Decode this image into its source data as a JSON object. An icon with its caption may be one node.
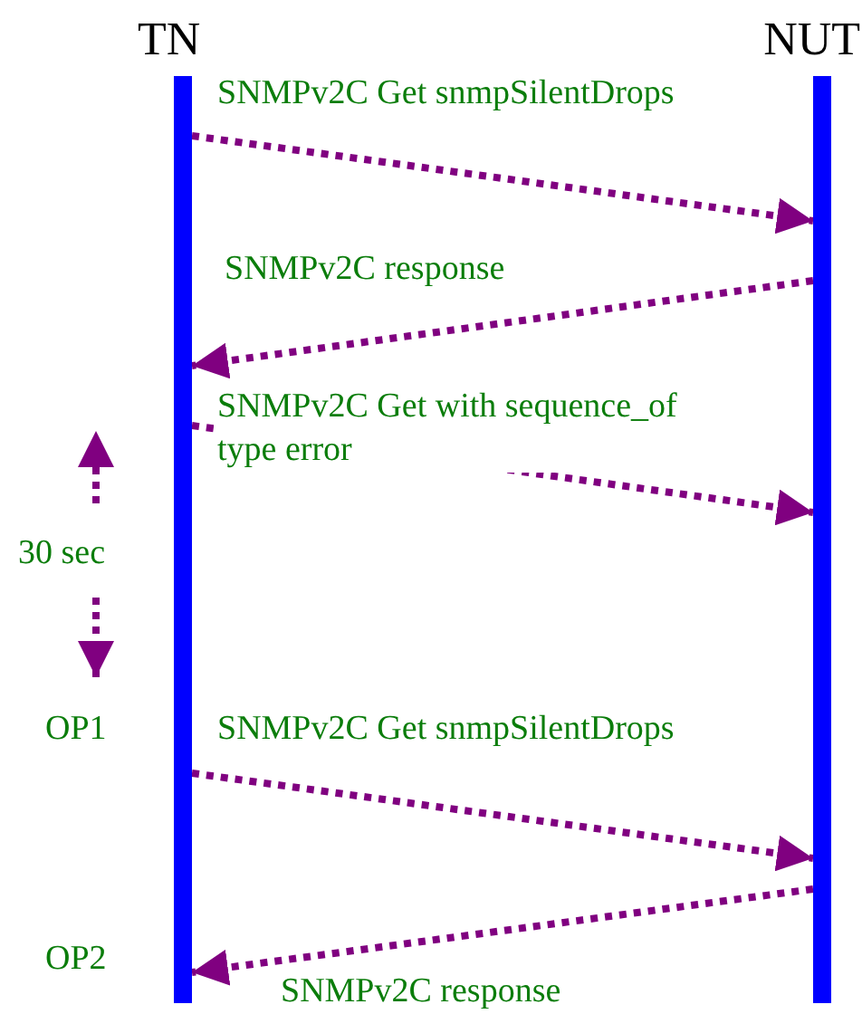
{
  "diagram": {
    "nodes": [
      {
        "text": [
          "TN"
        ]
      },
      {
        "text": [
          "NUT"
        ]
      }
    ],
    "edges": [
      {
        "from": 0,
        "to": 1,
        "arrow": "to",
        "label": "SNMPv2C Get snmpSilentDrops"
      },
      {
        "from": 1,
        "to": 0,
        "arrow": "to",
        "label": "SNMPv2C response"
      },
      {
        "from": 0,
        "to": 1,
        "arrow": "to",
        "label": "SNMPv2C Get with sequence_of type error"
      },
      {
        "from": 0,
        "to": 1,
        "arrow": "to",
        "label": "SNMPv2C Get snmpSilentDrops"
      },
      {
        "from": 1,
        "to": 0,
        "arrow": "to",
        "label": "SNMPv2C response"
      }
    ],
    "labels": [
      "30 sec",
      "OP1",
      "OP2"
    ]
  }
}
